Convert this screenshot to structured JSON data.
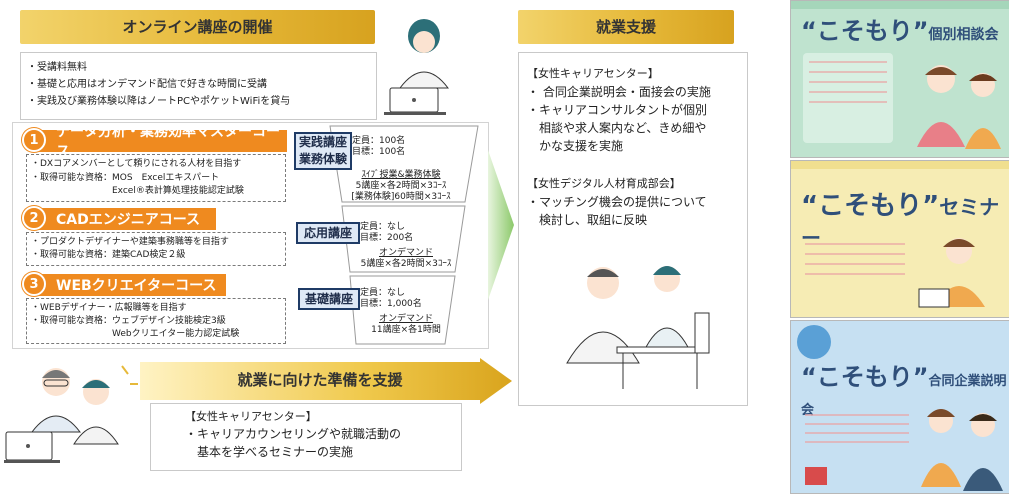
{
  "left_header": {
    "title": "オンライン講座の開催"
  },
  "top_bullets": [
    "・受講料無料",
    "・基礎と応用はオンデマンド配信で好きな時間に受講",
    "・実践及び業務体験以降はノートPCやポケットWiFiを貸与"
  ],
  "courses": [
    {
      "num": "1",
      "title": "データ分析・業務効率マスターコース",
      "lines": [
        "・DXコアメンバーとして頼りにされる人材を目指す",
        "・取得可能な資格：MOS　Excelエキスパート",
        "　　　　　　　　　Excel®表計算処理技能認定試験"
      ]
    },
    {
      "num": "2",
      "title": "CADエンジニアコース",
      "lines": [
        "・プロダクトデザイナーや建築事務職等を目指す",
        "・取得可能な資格：建築CAD検定２級"
      ]
    },
    {
      "num": "3",
      "title": "WEBクリエイターコース",
      "lines": [
        "・WEBデザイナー・広報職等を目指す",
        "・取得可能な資格：ウェブデザイン技能検定3級",
        "　　　　　　　　　Webクリエイター能力認定試験"
      ]
    }
  ],
  "levels": [
    {
      "tag_lines": [
        "実践講座",
        "業務体験"
      ],
      "info": [
        "定員：100名",
        "目標：100名"
      ],
      "detail_title": "ｽｲﾌﾞ授業&業務体験",
      "detail_lines": [
        "5講座×各2時間×3ｺｰｽ",
        "[業務体験]60時間×3ｺｰｽ"
      ]
    },
    {
      "tag_lines": [
        "応用講座"
      ],
      "info": [
        "定員：なし",
        "目標：200名"
      ],
      "detail_title": "オンデマンド",
      "detail_lines": [
        "5講座×各2時間×3ｺｰｽ"
      ]
    },
    {
      "tag_lines": [
        "基礎講座"
      ],
      "info": [
        "定員：なし",
        "目標：1,000名"
      ],
      "detail_title": "オンデマンド",
      "detail_lines": [
        "11講座×各1時間"
      ]
    }
  ],
  "prep": {
    "title": "就業に向けた準備を支援",
    "lines": [
      "【女性キャリアセンター】",
      "・キャリアカウンセリングや就職活動の",
      "　基本を学べるセミナーの実施"
    ]
  },
  "support": {
    "title": "就業支援",
    "lines": [
      "【女性キャリアセンター】",
      "・ 合同企業説明会・面接会の実施",
      "・キャリアコンサルタントが個別",
      "　相談や求人案内など、きめ細や",
      "　かな支援を実施",
      "",
      "【女性デジタル人材育成部会】",
      "・マッチング機会の提供について",
      "　検討し、取組に反映"
    ]
  },
  "posters": [
    {
      "title": "“こそもり”",
      "sub": "個別相談会",
      "bg": "#bfe3cf"
    },
    {
      "title": "“こそもり”",
      "sub": "セミナー",
      "bg": "#f6ecb4"
    },
    {
      "title": "“こそもり”",
      "sub": "合同企業説明会",
      "bg": "#c6e0f2"
    }
  ],
  "colors": {
    "orange": "#ef8a1f",
    "navy": "#1f3b66",
    "gold": "#e2b33a",
    "green": "#8cc96a"
  }
}
